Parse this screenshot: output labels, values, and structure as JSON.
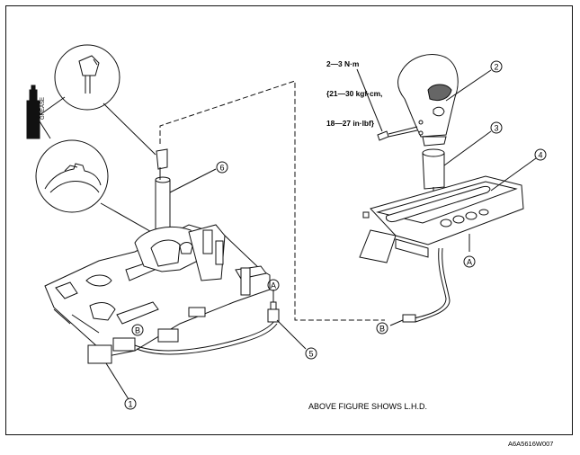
{
  "torque_spec": {
    "line1": "2—3 N·m",
    "line2": "{21—30 kgf·cm,",
    "line3": "18—27 in·lbf}"
  },
  "callouts": {
    "c1": "1",
    "c2": "2",
    "c3": "3",
    "c4": "4",
    "c5": "5",
    "c6": "6"
  },
  "connectors": {
    "a_left": "A",
    "a_right": "A",
    "b_left": "B",
    "b_right": "B"
  },
  "caption": "ABOVE FIGURE SHOWS L.H.D.",
  "figure_code": "A6A5616W007"
}
